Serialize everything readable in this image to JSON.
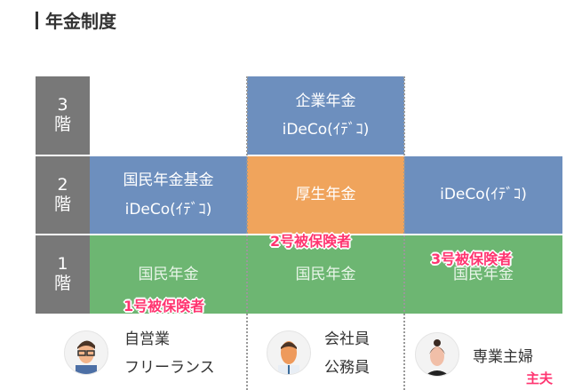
{
  "title": "年金制度",
  "floors": [
    {
      "num": "3",
      "label": "階"
    },
    {
      "num": "2",
      "label": "階"
    },
    {
      "num": "1",
      "label": "階"
    }
  ],
  "floor3": {
    "col2": [
      "企業年金",
      "iDeCo(ｲﾃﾞｺ)"
    ]
  },
  "floor2": {
    "col1": [
      "国民年金基金",
      "iDeCo(ｲﾃﾞｺ)"
    ],
    "col2": "厚生年金",
    "col3": "iDeCo(ｲﾃﾞｺ)"
  },
  "floor1": {
    "col1": "国民年金",
    "col2": "国民年金",
    "col3": "国民年金"
  },
  "tags": {
    "t1": "1号被保険者",
    "t2": "2号被保険者",
    "t3": "3号被保険者",
    "spouse": "主夫"
  },
  "people": [
    {
      "lines": [
        "自営業",
        "フリーランス"
      ],
      "icon": "man-glasses-avatar"
    },
    {
      "lines": [
        "会社員",
        "公務員"
      ],
      "icon": "man-avatar"
    },
    {
      "lines": [
        "専業主婦"
      ],
      "icon": "woman-avatar"
    }
  ],
  "colors": {
    "blue": "#6d8fbe",
    "orange": "#f0a45c",
    "green": "#6db672",
    "gray": "#787878",
    "tag": "#ff3470"
  }
}
